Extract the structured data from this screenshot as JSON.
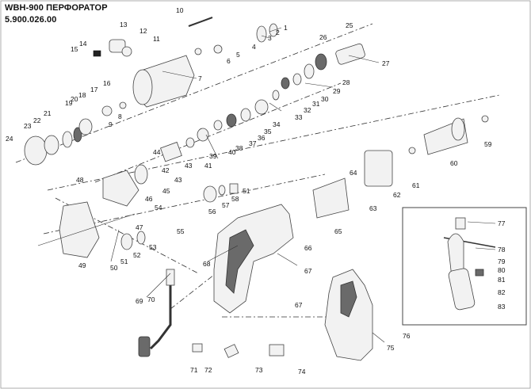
{
  "header": {
    "title": "WBH-900 ПЕРФОРАТОР",
    "code": "5.900.026.00"
  },
  "labels": [
    "1",
    "2",
    "3",
    "4",
    "5",
    "6",
    "7",
    "8",
    "9",
    "10",
    "11",
    "12",
    "13",
    "14",
    "15",
    "16",
    "17",
    "18",
    "19",
    "20",
    "21",
    "22",
    "23",
    "24",
    "25",
    "26",
    "27",
    "28",
    "29",
    "30",
    "31",
    "32",
    "33",
    "34",
    "35",
    "36",
    "37",
    "38",
    "39",
    "40",
    "41",
    "42",
    "43",
    "43",
    "44",
    "45",
    "46",
    "47",
    "48",
    "49",
    "50",
    "51",
    "51",
    "52",
    "53",
    "54",
    "55",
    "56",
    "57",
    "58",
    "59",
    "60",
    "61",
    "62",
    "63",
    "64",
    "65",
    "66",
    "67",
    "67",
    "68",
    "69",
    "70",
    "71",
    "72",
    "73",
    "74",
    "75",
    "76",
    "77",
    "78",
    "79",
    "80",
    "81",
    "82",
    "83"
  ]
}
